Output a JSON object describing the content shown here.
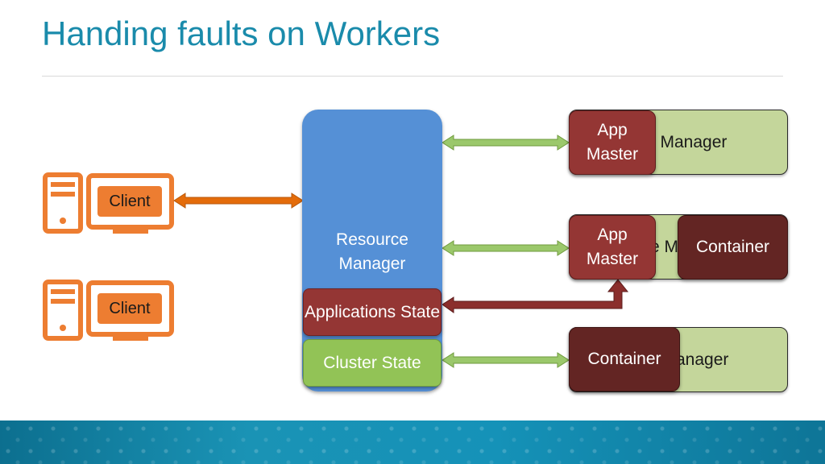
{
  "slide": {
    "title": "Handing faults on Workers"
  },
  "resource_manager": {
    "label": "Resource Manager",
    "applications_state": "Applications State",
    "cluster_state": "Cluster State"
  },
  "clients": [
    {
      "label": "Client"
    },
    {
      "label": "Client"
    }
  ],
  "node_managers": [
    {
      "visible_label": "e Manager",
      "app_master": "App Master"
    },
    {
      "visible_label": "e M",
      "app_master": "App Master",
      "container": "Container"
    },
    {
      "visible_label": "anager",
      "container": "Container"
    }
  ],
  "colors": {
    "title": "#1a8bab",
    "resource_manager": "#5590d6",
    "app_master": "#943634",
    "container": "#632523",
    "cluster_state": "#92c356",
    "node_manager": "#c4d69b",
    "client": "#ed7d31",
    "arrow_green": "#8fbc5a",
    "arrow_orange": "#e46c0a",
    "arrow_red": "#8b2e2c"
  }
}
